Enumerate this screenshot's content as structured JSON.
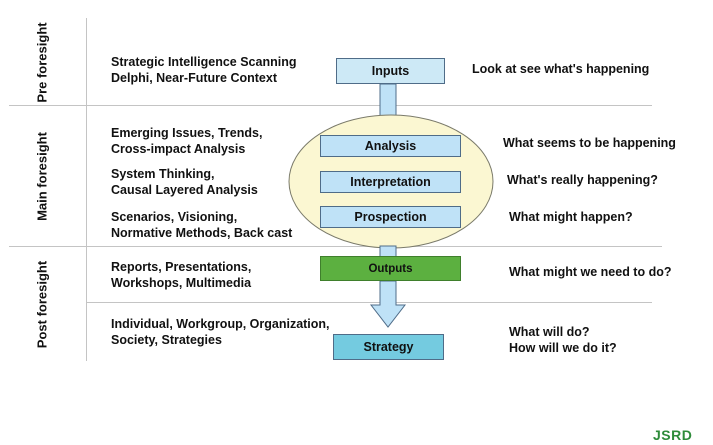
{
  "phases": [
    {
      "label": "Pre foresight"
    },
    {
      "label": "Main foresight"
    },
    {
      "label": "Post foresight"
    }
  ],
  "methods": [
    {
      "lines": [
        "Strategic Intelligence Scanning",
        "Delphi, Near-Future Context"
      ]
    },
    {
      "lines": [
        "Emerging Issues, Trends,",
        "Cross-impact Analysis"
      ]
    },
    {
      "lines": [
        "System Thinking,",
        "Causal Layered Analysis"
      ]
    },
    {
      "lines": [
        "Scenarios, Visioning,",
        "Normative Methods, Back cast"
      ]
    },
    {
      "lines": [
        "Reports, Presentations,",
        "Workshops, Multimedia"
      ]
    },
    {
      "lines": [
        "Individual, Workgroup, Organization,",
        "Society, Strategies"
      ]
    }
  ],
  "stages": {
    "inputs": "Inputs",
    "analysis": "Analysis",
    "interpretation": "Interpretation",
    "prospection": "Prospection",
    "outputs": "Outputs",
    "strategy": "Strategy"
  },
  "questions": {
    "inputs": [
      "Look at see what's happening"
    ],
    "analysis": [
      "What seems to be happening"
    ],
    "interpretation": [
      "What's really happening?"
    ],
    "prospection": [
      "What might happen?"
    ],
    "outputs": [
      "What might we need to do?"
    ],
    "strategy": [
      "What will do?",
      "How will we do it?"
    ]
  },
  "colors": {
    "stage_box": "#bfe2f7",
    "ellipse_fill": "#fbf7d2",
    "outputs_green": "#5cb040",
    "strategy_cyan": "#74cbe0",
    "logo_green": "#2e8b3a"
  },
  "logo": "JSRD"
}
